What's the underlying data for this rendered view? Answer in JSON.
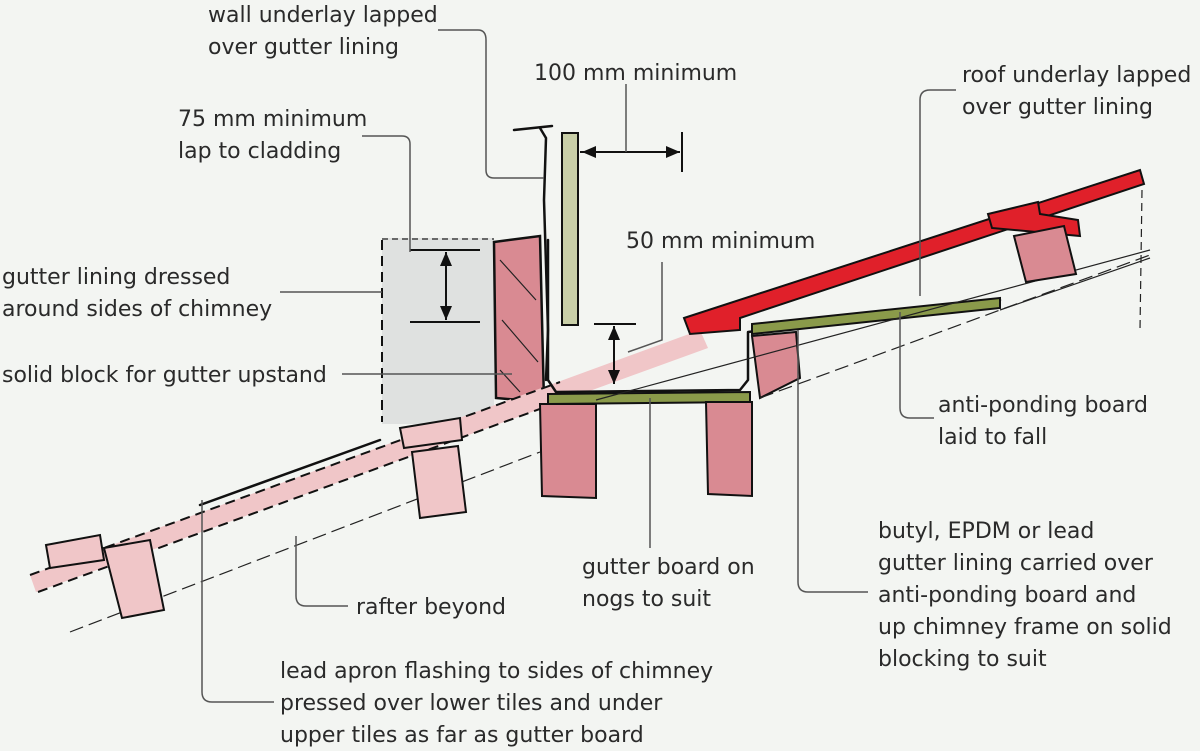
{
  "labels": {
    "wall_underlay": [
      "wall underlay lapped",
      "over gutter lining"
    ],
    "min_100": [
      "100 mm minimum"
    ],
    "min_75": [
      "75 mm minimum",
      "lap to cladding"
    ],
    "roof_underlay": [
      "roof underlay lapped",
      "over gutter lining"
    ],
    "min_50": [
      "50 mm minimum"
    ],
    "gutter_dressed": [
      "gutter lining dressed",
      "around sides of chimney"
    ],
    "solid_block": [
      "solid block for gutter upstand"
    ],
    "anti_ponding": [
      "anti-ponding board",
      "laid to fall"
    ],
    "butyl": [
      "butyl, EPDM or lead",
      "gutter lining carried over",
      "anti-ponding board and",
      "up chimney frame on solid",
      "blocking to suit"
    ],
    "gutter_board": [
      "gutter board on",
      "nogs to suit"
    ],
    "rafter": [
      "rafter beyond"
    ],
    "lead_apron": [
      "lead apron flashing to sides of chimney",
      "pressed over lower tiles and under",
      "upper tiles as far as gutter board"
    ]
  },
  "colors": {
    "background": "#f3f5f2",
    "timber": "#d98a92",
    "timber_light": "#f0c6c8",
    "tile_red": "#e0202a",
    "board_green": "#8a9a4a",
    "cladding": "#c9cfa8",
    "chimney_grey": "#dfe1e0",
    "ink": "#111111",
    "text": "#2a2a2a"
  }
}
